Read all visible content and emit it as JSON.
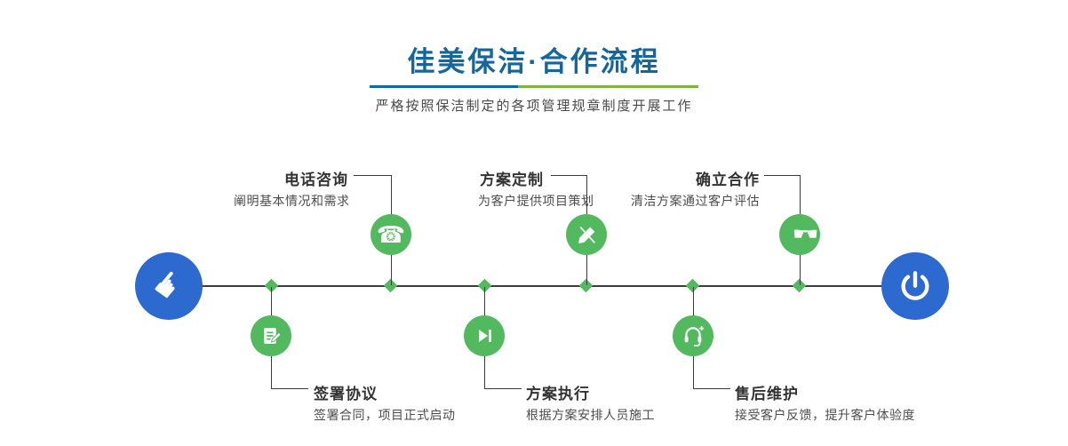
{
  "header": {
    "title": "佳美保洁·合作流程",
    "subtitle": "严格按照保洁制定的各项管理规章制度开展工作"
  },
  "colors": {
    "title_blue": "#14669e",
    "divider_blue": "#14669e",
    "divider_green": "#7cb342",
    "accent_green": "#52b95e",
    "circle_blue": "#2d6ad0",
    "line_dark": "#3c3c3c"
  },
  "flow": {
    "start_icon": "hand-pointer-icon",
    "end_icon": "power-icon",
    "steps_top": [
      {
        "title": "电话咨询",
        "desc": "阐明基本情况和需求",
        "icon": "phone-icon"
      },
      {
        "title": "方案定制",
        "desc": "为客户提供项目策划",
        "icon": "pencil-icon"
      },
      {
        "title": "确立合作",
        "desc": "清洁方案通过客户评估",
        "icon": "handshake-icon"
      }
    ],
    "steps_bottom": [
      {
        "title": "签署协议",
        "desc": "签署合同，项目正式启动",
        "icon": "document-pen-icon"
      },
      {
        "title": "方案执行",
        "desc": "根据方案安排人员施工",
        "icon": "play-icon"
      },
      {
        "title": "售后维护",
        "desc": "接受客户反馈，提升客户体验度",
        "icon": "headset-plus-icon"
      }
    ]
  }
}
